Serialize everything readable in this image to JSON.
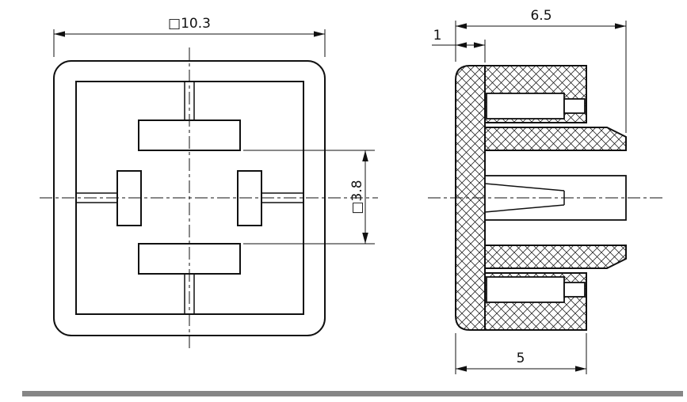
{
  "drawing": {
    "front_view": {
      "overall_dim": "□10.3",
      "inner_dim": "□3.8"
    },
    "side_view": {
      "width_dim": "6.5",
      "wall_dim": "1",
      "depth_dim": "5"
    },
    "colors": {
      "line": "#111111",
      "background": "#ffffff",
      "divider": "#868686"
    }
  }
}
